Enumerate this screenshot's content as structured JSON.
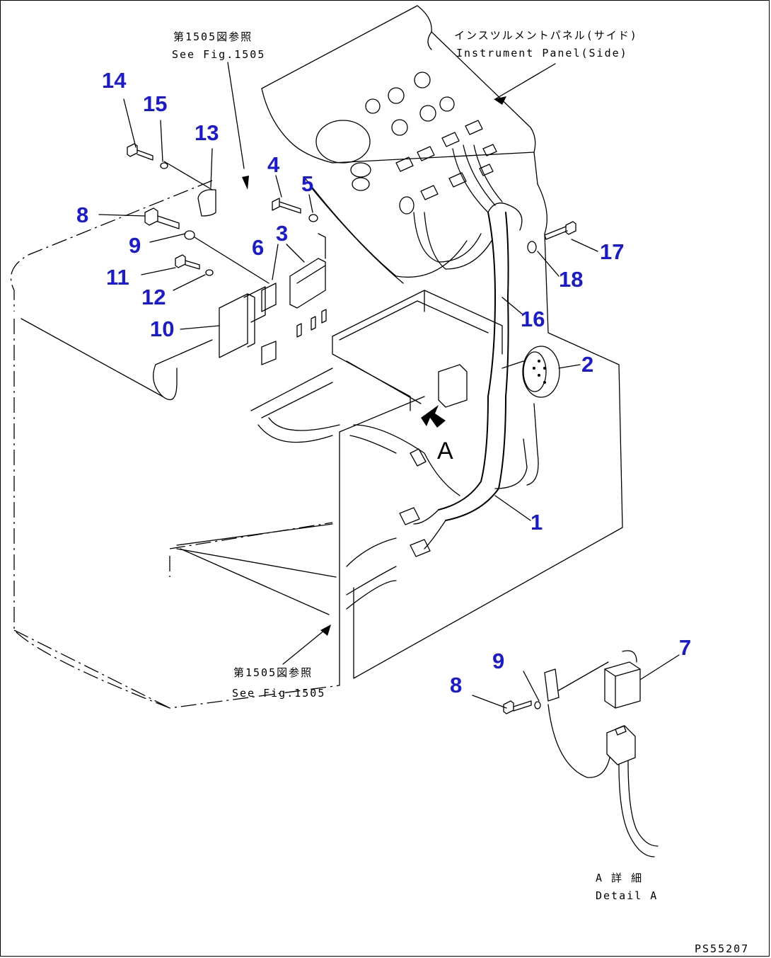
{
  "callouts": {
    "c1": "1",
    "c2": "2",
    "c3": "3",
    "c4": "4",
    "c5": "5",
    "c6": "6",
    "c7": "7",
    "c8a": "8",
    "c8b": "8",
    "c9a": "9",
    "c9b": "9",
    "c10": "10",
    "c11": "11",
    "c12": "12",
    "c13": "13",
    "c14": "14",
    "c15": "15",
    "c16": "16",
    "c17": "17",
    "c18": "18"
  },
  "notes": {
    "ref_top_jp": "第1505図参照",
    "ref_top_en": "See Fig.1505",
    "panel_jp": "インスツルメントパネル(サイド)",
    "panel_en": "Instrument Panel(Side)",
    "ref_bottom_jp": "第1505図参照",
    "ref_bottom_en": "See Fig.1505",
    "detail_jp": "A 詳 細",
    "detail_en": "Detail A",
    "view_letter": "A",
    "drawing_code": "PS55207"
  }
}
